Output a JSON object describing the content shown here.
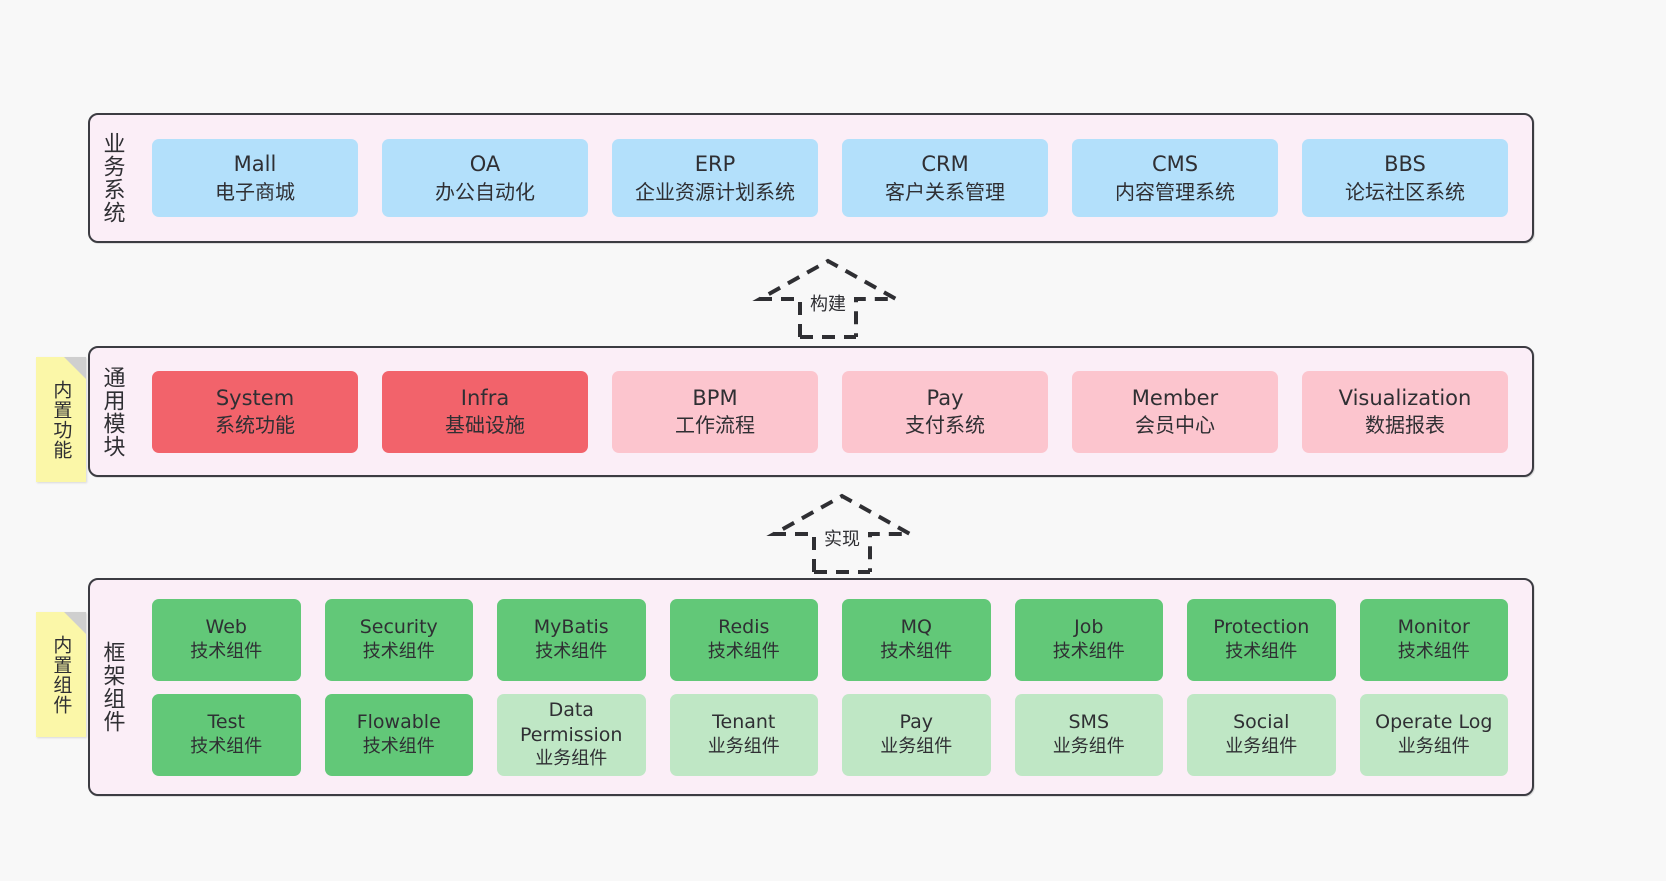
{
  "page": {
    "background": "#f8f8f8",
    "container_fill": "#fbeef7",
    "container_stroke": "#3c3c42"
  },
  "layers": {
    "business": {
      "title": "业务系统",
      "fill": "#fbeef7",
      "node_color": "#b3e0fb",
      "nodes": [
        {
          "en": "Mall",
          "cn": "电子商城"
        },
        {
          "en": "OA",
          "cn": "办公自动化"
        },
        {
          "en": "ERP",
          "cn": "企业资源计划系统"
        },
        {
          "en": "CRM",
          "cn": "客户关系管理"
        },
        {
          "en": "CMS",
          "cn": "内容管理系统"
        },
        {
          "en": "BBS",
          "cn": "论坛社区系统"
        }
      ]
    },
    "modules": {
      "title": "通用模块",
      "note": "内置功能",
      "note_color": "#fbf7a8",
      "node_color_strong": "#f2636b",
      "node_color_light": "#fcc5ce",
      "nodes": [
        {
          "en": "System",
          "cn": "系统功能",
          "variant": "strong"
        },
        {
          "en": "Infra",
          "cn": "基础设施",
          "variant": "strong"
        },
        {
          "en": "BPM",
          "cn": "工作流程",
          "variant": "light"
        },
        {
          "en": "Pay",
          "cn": "支付系统",
          "variant": "light"
        },
        {
          "en": "Member",
          "cn": "会员中心",
          "variant": "light"
        },
        {
          "en": "Visualization",
          "cn": "数据报表",
          "variant": "light"
        }
      ]
    },
    "framework": {
      "title": "框架组件",
      "note": "内置组件",
      "note_color": "#fbf7a8",
      "node_color_strong": "#62c878",
      "node_color_light": "#bfe7c5",
      "row1": [
        {
          "en": "Web",
          "cn": "技术组件",
          "variant": "strong"
        },
        {
          "en": "Security",
          "cn": "技术组件",
          "variant": "strong"
        },
        {
          "en": "MyBatis",
          "cn": "技术组件",
          "variant": "strong"
        },
        {
          "en": "Redis",
          "cn": "技术组件",
          "variant": "strong"
        },
        {
          "en": "MQ",
          "cn": "技术组件",
          "variant": "strong"
        },
        {
          "en": "Job",
          "cn": "技术组件",
          "variant": "strong"
        },
        {
          "en": "Protection",
          "cn": "技术组件",
          "variant": "strong"
        },
        {
          "en": "Monitor",
          "cn": "技术组件",
          "variant": "strong"
        }
      ],
      "row2": [
        {
          "en": "Test",
          "cn": "技术组件",
          "variant": "strong"
        },
        {
          "en": "Flowable",
          "cn": "技术组件",
          "variant": "strong"
        },
        {
          "en": "Data Permission",
          "cn": "业务组件",
          "variant": "light"
        },
        {
          "en": "Tenant",
          "cn": "业务组件",
          "variant": "light"
        },
        {
          "en": "Pay",
          "cn": "业务组件",
          "variant": "light"
        },
        {
          "en": "SMS",
          "cn": "业务组件",
          "variant": "light"
        },
        {
          "en": "Social",
          "cn": "业务组件",
          "variant": "light"
        },
        {
          "en": "Operate Log",
          "cn": "业务组件",
          "variant": "light"
        }
      ]
    }
  },
  "connectors": [
    {
      "label": "构建",
      "direction": "up"
    },
    {
      "label": "实现",
      "direction": "up"
    }
  ]
}
